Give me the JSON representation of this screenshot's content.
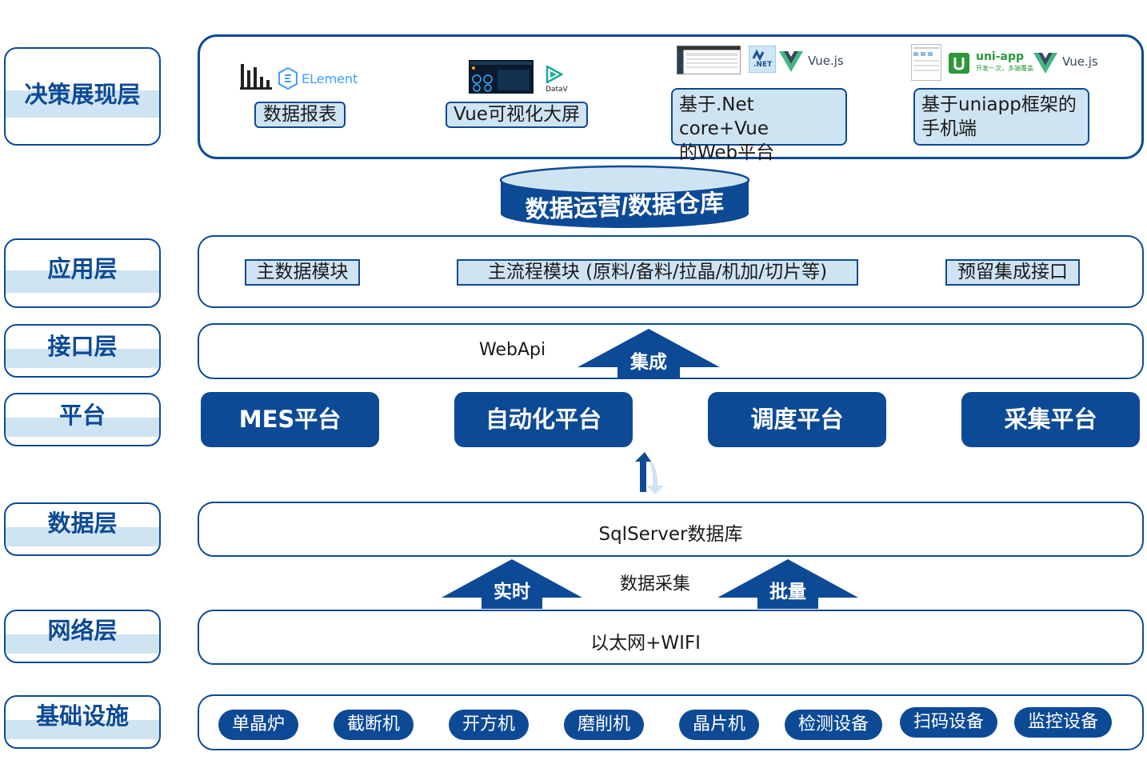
{
  "colors": {
    "primary": "#0d4a96",
    "light": "#cfe4f3",
    "white": "#ffffff"
  },
  "layers": {
    "decision": "决策展现层",
    "application": "应用层",
    "interface": "接口层",
    "platform": "平台",
    "data": "数据层",
    "network": "网络层",
    "infrastructure": "基础设施"
  },
  "decision_bar": {
    "chips": [
      "数据报表",
      "Vue可视化大屏"
    ],
    "net_chip": [
      "基于.Net core+Vue",
      "的Web平台"
    ],
    "app_chip": [
      "基于uniapp框架的",
      "手机端"
    ],
    "logos": {
      "element": "ELement",
      "datav": "DataV",
      "net": ".NET",
      "vue1": "Vue.js",
      "uniapp": "uni-app",
      "uniapp_sub": "开发一次，多端覆盖",
      "vue2": "Vue.js"
    }
  },
  "warehouse": "数据运营/数据仓库",
  "application_bar": {
    "modules": [
      "主数据模块",
      "主流程模块 (原料/备料/拉晶/机加/切片等)",
      "预留集成接口"
    ]
  },
  "interface_bar": {
    "text": "WebApi",
    "arrow": "集成"
  },
  "platforms": [
    "MES平台",
    "自动化平台",
    "调度平台",
    "采集平台"
  ],
  "data_bar": {
    "text": "SqlServer数据库"
  },
  "collection": {
    "title": "数据采集",
    "left_arrow": "实时",
    "right_arrow": "批量"
  },
  "network_bar": {
    "text": "以太网+WIFI"
  },
  "devices": [
    "单晶炉",
    "截断机",
    "开方机",
    "磨削机",
    "晶片机",
    "检测设备",
    "扫码设备",
    "监控设备"
  ]
}
